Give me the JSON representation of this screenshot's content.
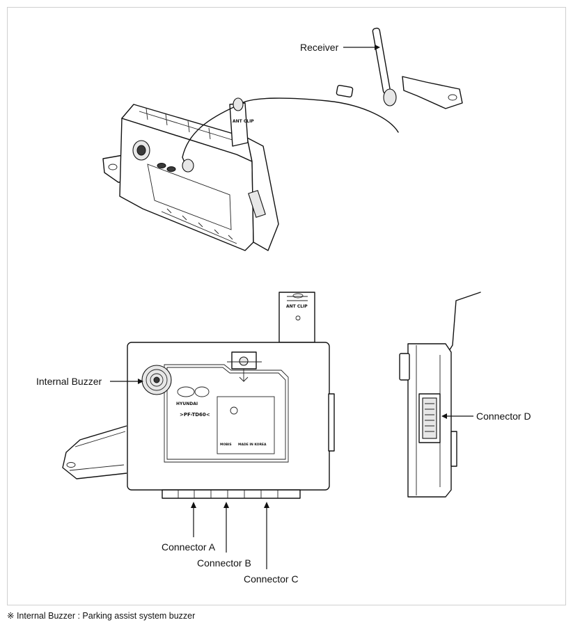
{
  "labels": {
    "receiver": "Receiver",
    "internal_buzzer": "Internal Buzzer",
    "connector_a": "Connector A",
    "connector_b": "Connector B",
    "connector_c": "Connector C",
    "connector_d": "Connector D"
  },
  "module_markings": {
    "ant_clip": "ANT CLIP",
    "part_code": ">PF-TD60<",
    "brand_left": "HYUNDAI",
    "brand_mobis": "MOBIS",
    "made_in": "MADE IN KOREA"
  },
  "footnote": "※ Internal Buzzer : Parking assist system buzzer"
}
